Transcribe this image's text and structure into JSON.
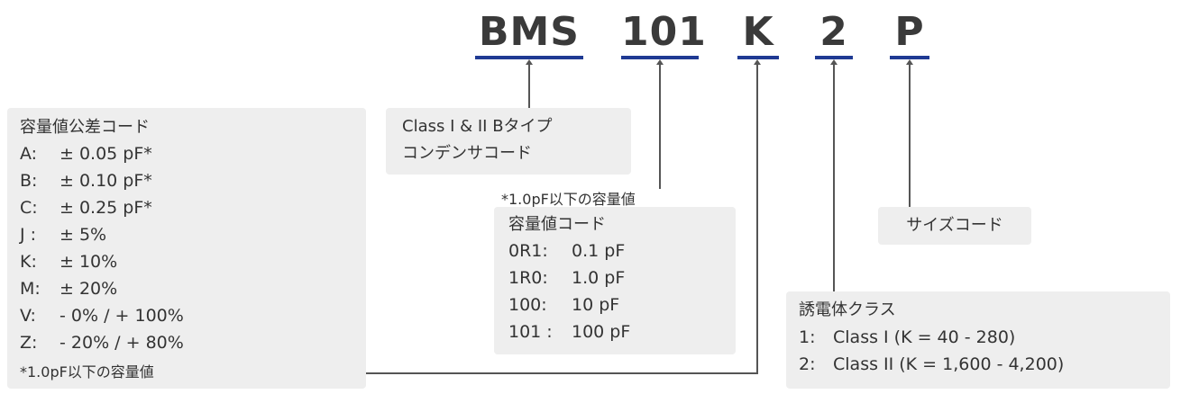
{
  "code_segments": {
    "series": "BMS",
    "capacitance": "101",
    "tolerance": "K",
    "dielectric": "2",
    "size": "P"
  },
  "tolerance_box": {
    "title": "容量値公差コード",
    "rows": [
      {
        "code": "A:",
        "value": "± 0.05 pF*"
      },
      {
        "code": "B:",
        "value": "± 0.10 pF*"
      },
      {
        "code": "C:",
        "value": "± 0.25 pF*"
      },
      {
        "code": "J :",
        "value": "± 5%"
      },
      {
        "code": "K:",
        "value": "± 10%"
      },
      {
        "code": "M:",
        "value": "± 20%"
      },
      {
        "code": "V:",
        "value": "- 0% / + 100%"
      },
      {
        "code": "Z:",
        "value": "- 20% / + 80%"
      }
    ],
    "footnote": "*1.0pF以下の容量値"
  },
  "series_box": {
    "line1": "Class I & II Bタイプ",
    "line2": "コンデンサコード"
  },
  "capacitance_box": {
    "note_above": "*1.0pF以下の容量値",
    "title": "容量値コード",
    "rows": [
      {
        "code": "0R1:",
        "value": "0.1 pF"
      },
      {
        "code": "1R0:",
        "value": "1.0 pF"
      },
      {
        "code": "100:",
        "value": "10 pF"
      },
      {
        "code": "101 :",
        "value": "100 pF"
      }
    ]
  },
  "size_box": {
    "label": "サイズコード"
  },
  "dielectric_box": {
    "title": "誘電体クラス",
    "rows": [
      {
        "code": "1:",
        "value": "Class I (K = 40 - 280)"
      },
      {
        "code": "2:",
        "value": "Class II (K = 1,600 - 4,200)"
      }
    ]
  },
  "colors": {
    "underline": "#1f3a93",
    "box_background": "#eeeeee",
    "connector": "#555555",
    "text": "#333333"
  }
}
